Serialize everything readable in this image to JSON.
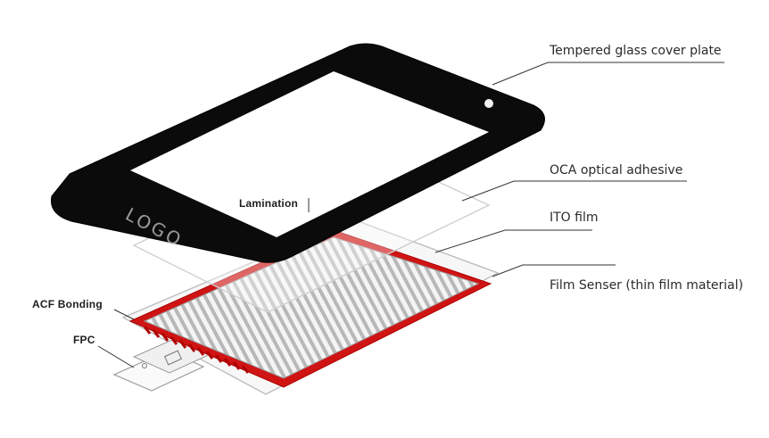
{
  "diagram": {
    "labels": {
      "cover_plate": "Tempered glass cover plate",
      "oca": "OCA optical adhesive",
      "ito": "ITO film",
      "film_sensor": "Film Senser (thin film material)",
      "lamination": "Lamination",
      "acf": "ACF Bonding",
      "fpc": "FPC",
      "logo": "LOGO"
    },
    "colors": {
      "glass_frame": "#0a0a0a",
      "glass_window": "#ffffff",
      "acf_red": "#cc1111",
      "ito_lines": "#9a9a9a",
      "layer_outline": "#bdbdbd",
      "leader": "#333333"
    }
  }
}
